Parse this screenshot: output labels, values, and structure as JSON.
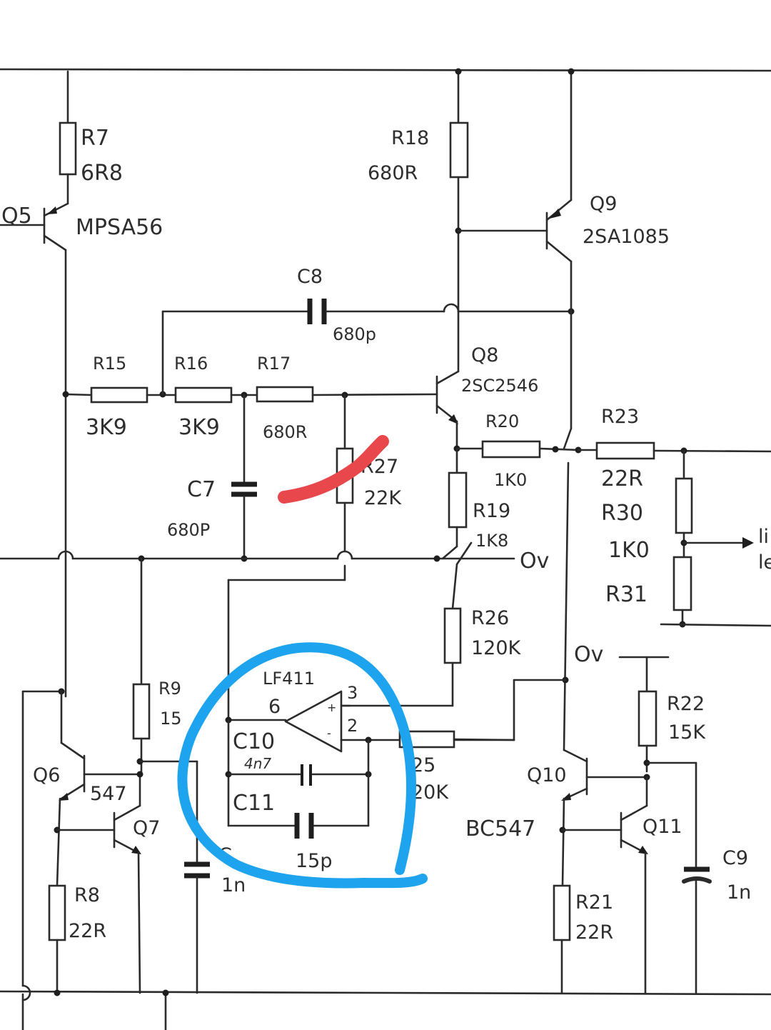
{
  "colors": {
    "ink": "#2b2b2b",
    "paper": "#ffffff",
    "red_mark": "#e8474c",
    "blue_circle": "#1ea4ee"
  },
  "annotations": {
    "red_strike_over": "R27",
    "blue_circle_around": "LF411 integrator (C10, C11)"
  },
  "components": {
    "Q5": {
      "ref": "Q5",
      "part": "MPSA56"
    },
    "Q6": {
      "ref": "Q6",
      "part": "547"
    },
    "Q7": {
      "ref": "Q7"
    },
    "Q8": {
      "ref": "Q8",
      "part": "2SC2546"
    },
    "Q9": {
      "ref": "Q9",
      "part": "2SA1085"
    },
    "Q10": {
      "ref": "Q10",
      "part": "BC547"
    },
    "Q11": {
      "ref": "Q11"
    },
    "R7": {
      "ref": "R7",
      "value": "6R8"
    },
    "R8": {
      "ref": "R8",
      "value": "22R"
    },
    "R9": {
      "ref": "R9",
      "value": "15"
    },
    "R15": {
      "ref": "R15",
      "value": "3K9"
    },
    "R16": {
      "ref": "R16",
      "value": "3K9"
    },
    "R17": {
      "ref": "R17",
      "value": "680R"
    },
    "R18": {
      "ref": "R18",
      "value": "680R"
    },
    "R19": {
      "ref": "R19",
      "value": "1K8"
    },
    "R20": {
      "ref": "R20",
      "value": "1K0"
    },
    "R21": {
      "ref": "R21",
      "value": "22R"
    },
    "R22": {
      "ref": "R22",
      "value": "15K"
    },
    "R23": {
      "ref": "R23",
      "value": "22R"
    },
    "R25": {
      "ref": "25",
      "value": "20K"
    },
    "R26": {
      "ref": "R26",
      "value": "120K"
    },
    "R27": {
      "ref": "R27",
      "value": "22K"
    },
    "R30": {
      "ref": "R30",
      "value": "1K0"
    },
    "R31": {
      "ref": "R31"
    },
    "C7": {
      "ref": "C7",
      "value": "680P"
    },
    "C8": {
      "ref": "C8",
      "value": "680p"
    },
    "C9": {
      "ref": "C9",
      "value": "1n"
    },
    "C10": {
      "ref": "C10",
      "value": "4n7"
    },
    "C11": {
      "ref": "C11",
      "value": "15p"
    },
    "C_left": {
      "ref": "C",
      "value": "1n"
    },
    "U1": {
      "part": "LF411",
      "pin_out": "6",
      "pin_plus": "3",
      "pin_minus": "2",
      "plus": "+",
      "minus": "-"
    }
  },
  "nets": {
    "ov1": "Ov",
    "ov2": "Ov"
  },
  "offpage": {
    "line1": "li",
    "line2": "le"
  }
}
